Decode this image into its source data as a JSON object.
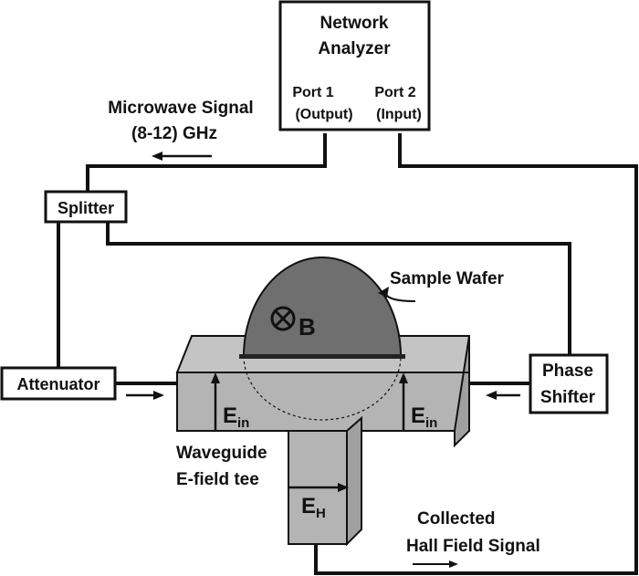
{
  "network_analyzer": {
    "title_line1": "Network",
    "title_line2": "Analyzer",
    "port1_name": "Port 1",
    "port1_role": "(Output)",
    "port2_name": "Port 2",
    "port2_role": "(Input)"
  },
  "microwave_signal": {
    "line1": "Microwave Signal",
    "line2": "(8-12) GHz"
  },
  "splitter": {
    "label": "Splitter"
  },
  "attenuator": {
    "label": "Attenuator"
  },
  "phase_shifter": {
    "line1": "Phase",
    "line2": "Shifter"
  },
  "sample": {
    "label": "Sample Wafer",
    "field_symbol": "B"
  },
  "waveguide": {
    "line1": "Waveguide",
    "line2": "E-field tee",
    "e_in_main": "E",
    "e_in_sub": "in",
    "e_h_main": "E",
    "e_h_sub": "H"
  },
  "hall_signal": {
    "line1": "Collected",
    "line2": "Hall Field Signal"
  },
  "colors": {
    "wafer": "#6f6f6f",
    "waveguide_top": "#c4c4c4",
    "waveguide_front": "#b4b4b4"
  }
}
